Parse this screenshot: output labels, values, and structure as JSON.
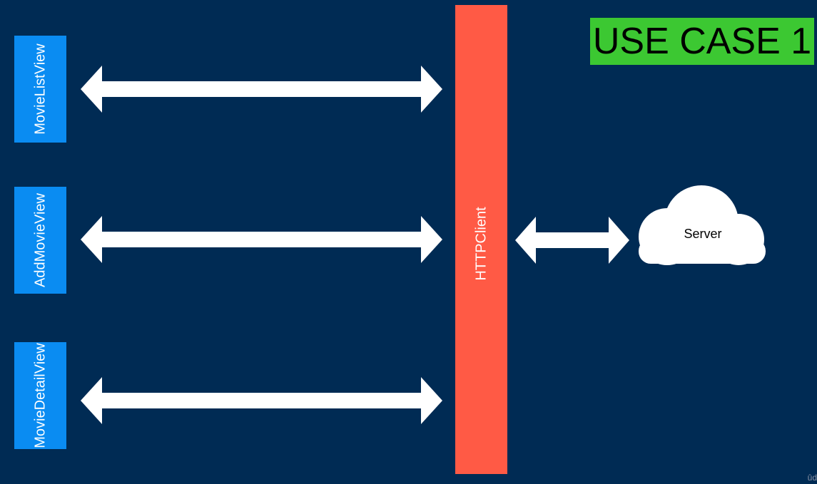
{
  "badge": {
    "label": "USE CASE 1",
    "color": "#3CC832"
  },
  "views": [
    {
      "label": "MovieListView"
    },
    {
      "label": "AddMovieView"
    },
    {
      "label": "MovieDetailView"
    }
  ],
  "client": {
    "label": "HTTPClient",
    "color": "#FF5A45"
  },
  "server": {
    "label": "Server",
    "icon": "cloud-icon"
  },
  "colors": {
    "background": "#002B54",
    "view_box": "#0A8CF2",
    "arrow": "#FFFFFF"
  },
  "corner_mark": "ûd"
}
